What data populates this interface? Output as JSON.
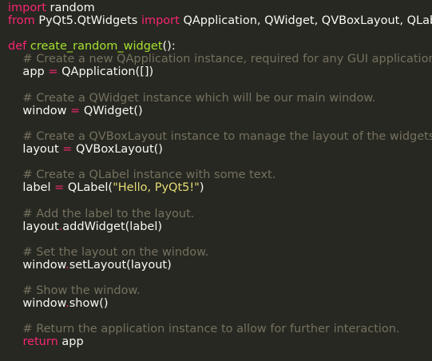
{
  "colors": {
    "background": "#272822",
    "default": "#f8f8f2",
    "keyword": "#f92672",
    "function": "#a6e22e",
    "string": "#e6db74",
    "comment": "#75715e"
  },
  "code_lines": [
    [
      {
        "t": "import",
        "c": "keyword"
      },
      {
        "t": " random",
        "c": "default"
      }
    ],
    [
      {
        "t": "from",
        "c": "keyword"
      },
      {
        "t": " PyQt5.QtWidgets ",
        "c": "default"
      },
      {
        "t": "import",
        "c": "keyword"
      },
      {
        "t": " QApplication, QWidget, QVBoxLayout, QLabel",
        "c": "default"
      }
    ],
    [],
    [
      {
        "t": "def",
        "c": "keyword"
      },
      {
        "t": " ",
        "c": "default"
      },
      {
        "t": "create_random_widget",
        "c": "function"
      },
      {
        "t": "():",
        "c": "default"
      }
    ],
    [
      {
        "t": "    # Create a new QApplication instance, required for any GUI application.",
        "c": "comment"
      }
    ],
    [
      {
        "t": "    app ",
        "c": "default"
      },
      {
        "t": "=",
        "c": "keyword"
      },
      {
        "t": " QApplication([])",
        "c": "default"
      }
    ],
    [],
    [
      {
        "t": "    # Create a QWidget instance which will be our main window.",
        "c": "comment"
      }
    ],
    [
      {
        "t": "    window ",
        "c": "default"
      },
      {
        "t": "=",
        "c": "keyword"
      },
      {
        "t": " QWidget()",
        "c": "default"
      }
    ],
    [],
    [
      {
        "t": "    # Create a QVBoxLayout instance to manage the layout of the widgets.",
        "c": "comment"
      }
    ],
    [
      {
        "t": "    layout ",
        "c": "default"
      },
      {
        "t": "=",
        "c": "keyword"
      },
      {
        "t": " QVBoxLayout()",
        "c": "default"
      }
    ],
    [],
    [
      {
        "t": "    # Create a QLabel instance with some text.",
        "c": "comment"
      }
    ],
    [
      {
        "t": "    label ",
        "c": "default"
      },
      {
        "t": "=",
        "c": "keyword"
      },
      {
        "t": " QLabel(",
        "c": "default"
      },
      {
        "t": "\"Hello, PyQt5!\"",
        "c": "string"
      },
      {
        "t": ")",
        "c": "default"
      }
    ],
    [],
    [
      {
        "t": "    # Add the label to the layout.",
        "c": "comment"
      }
    ],
    [
      {
        "t": "    layout",
        "c": "default"
      },
      {
        "t": ".",
        "c": "keyword"
      },
      {
        "t": "addWidget(label)",
        "c": "default"
      }
    ],
    [],
    [
      {
        "t": "    # Set the layout on the window.",
        "c": "comment"
      }
    ],
    [
      {
        "t": "    window",
        "c": "default"
      },
      {
        "t": ".",
        "c": "keyword"
      },
      {
        "t": "setLayout(layout)",
        "c": "default"
      }
    ],
    [],
    [
      {
        "t": "    # Show the window.",
        "c": "comment"
      }
    ],
    [
      {
        "t": "    window",
        "c": "default"
      },
      {
        "t": ".",
        "c": "keyword"
      },
      {
        "t": "show()",
        "c": "default"
      }
    ],
    [],
    [
      {
        "t": "    # Return the application instance to allow for further interaction.",
        "c": "comment"
      }
    ],
    [
      {
        "t": "    ",
        "c": "default"
      },
      {
        "t": "return",
        "c": "keyword"
      },
      {
        "t": " app",
        "c": "default"
      }
    ]
  ]
}
